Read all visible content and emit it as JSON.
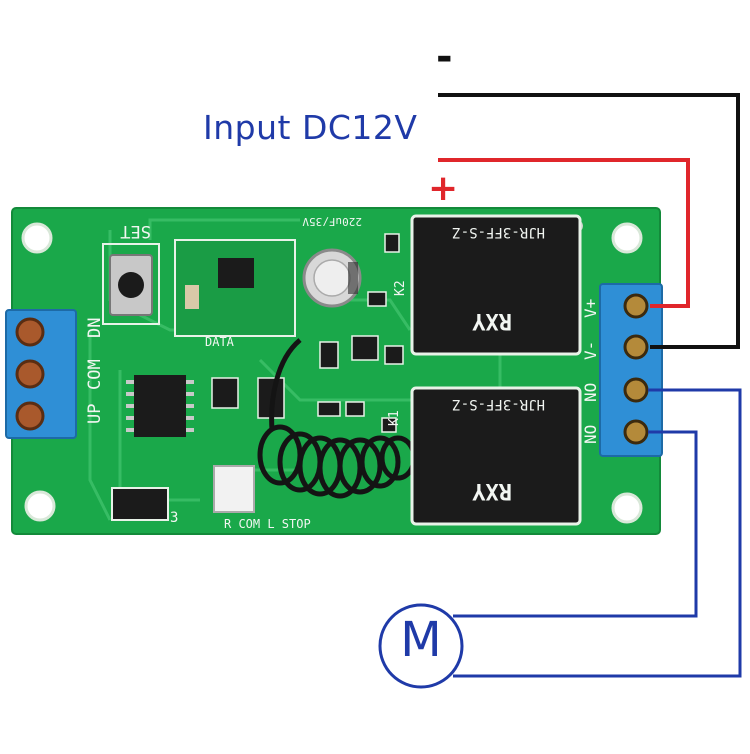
{
  "diagram": {
    "input_label": "Input DC12V",
    "negative_symbol": "-",
    "positive_symbol": "+",
    "motor_symbol": "M"
  },
  "board": {
    "set_label": "SET",
    "capacitor_label": "220uF/35V",
    "data_label": "DATA",
    "left_terminal_labels": [
      "DN",
      "COM",
      "UP"
    ],
    "right_terminal_labels": [
      "V+",
      "V-",
      "NO",
      "NO"
    ],
    "bottom_connector_label": "R COM L STOP",
    "relay_labels": [
      "K2",
      "K1"
    ],
    "relay_text": [
      "HJR-3FF-S-Z",
      "RXY"
    ],
    "jumper_label": "3"
  },
  "colors": {
    "negative_wire": "#111111",
    "positive_wire": "#e0262b",
    "motor_wire": "#1f3aa8",
    "pcb": "#1aa84a",
    "terminal": "#2f8fd6",
    "relay": "#1b1b1b"
  }
}
